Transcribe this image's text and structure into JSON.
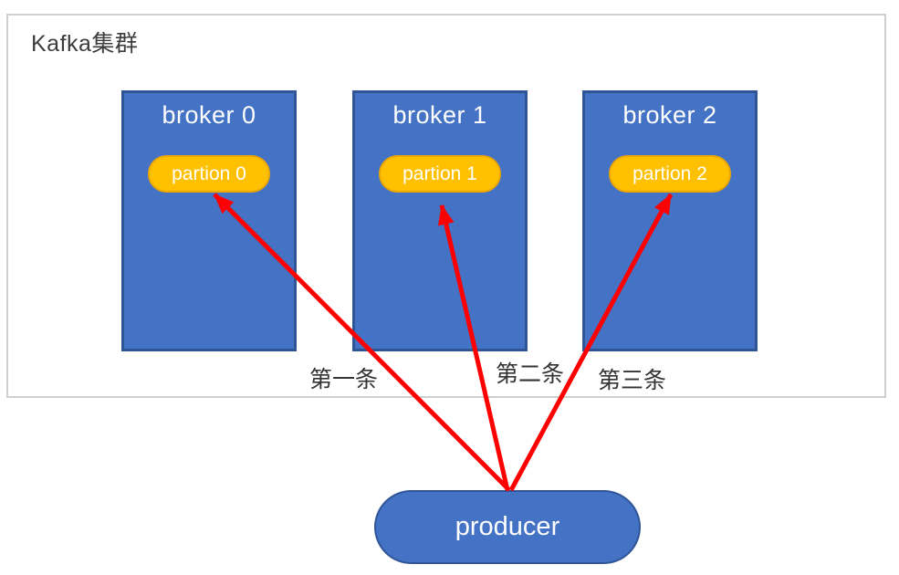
{
  "diagram": {
    "cluster": {
      "title": "Kafka集群"
    },
    "brokers": [
      {
        "label": "broker 0",
        "partition": "partion 0"
      },
      {
        "label": "broker 1",
        "partition": "partion 1"
      },
      {
        "label": "broker 2",
        "partition": "partion 2"
      }
    ],
    "messages": [
      "第一条",
      "第二条",
      "第三条"
    ],
    "producer": {
      "label": "producer"
    },
    "colors": {
      "broker_fill": "#4472C4",
      "broker_border": "#2F5597",
      "partition_fill": "#FFC000",
      "partition_border": "#EDA700",
      "producer_fill": "#4472C4",
      "producer_border": "#2F5597",
      "arrow": "#FF0000",
      "cluster_border": "#CFCFCF",
      "label_text": "#333333",
      "shape_text": "#FFFFFF"
    }
  }
}
